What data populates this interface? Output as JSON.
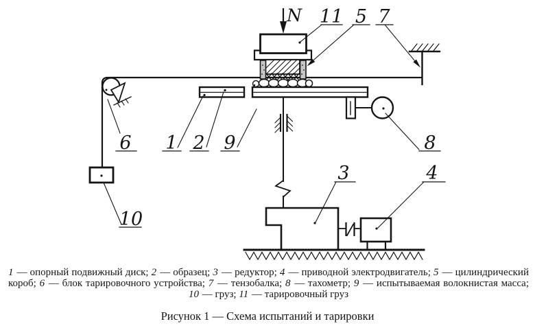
{
  "colors": {
    "ink": "#151515",
    "paper": "#ffffff"
  },
  "diagram": {
    "force_label": "N",
    "callouts": {
      "c1": "1",
      "c2": "2",
      "c3": "3",
      "c4": "4",
      "c5": "5",
      "c6": "6",
      "c7": "7",
      "c8": "8",
      "c9": "9",
      "c10": "10",
      "c11": "11"
    }
  },
  "legend": {
    "items": [
      {
        "num": "1",
        "text": "опорный подвижный диск"
      },
      {
        "num": "2",
        "text": "образец"
      },
      {
        "num": "3",
        "text": "редуктор"
      },
      {
        "num": "4",
        "text": "приводной электродвигатель"
      },
      {
        "num": "5",
        "text": "цилиндрический короб"
      },
      {
        "num": "6",
        "text": "блок тарировочного устройства"
      },
      {
        "num": "7",
        "text": "тензобалка"
      },
      {
        "num": "8",
        "text": "тахометр"
      },
      {
        "num": "9",
        "text": "испытываемая волокнистая масса"
      },
      {
        "num": "10",
        "text": "груз"
      },
      {
        "num": "11",
        "text": "тарировочный груз"
      }
    ],
    "item_separator": "; ",
    "num_text_separator": " — "
  },
  "figure": {
    "caption": "Рисунок 1 — Схема испытаний и тарировки"
  }
}
